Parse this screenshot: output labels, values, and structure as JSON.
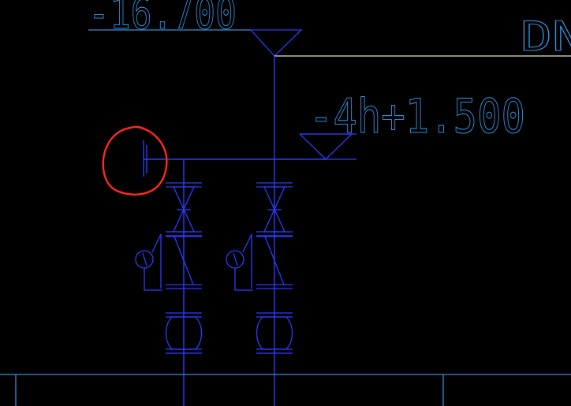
{
  "drawing": {
    "colors": {
      "background": "#000000",
      "pipe": "#2d3bff",
      "cyan_text": "#2f8fd8",
      "white_line": "#e8e0d0",
      "red_markup": "#ff2a1a"
    },
    "labels": {
      "top_elevation": "-16.700",
      "pipe_elevation": "-4h+1.500",
      "edge_text": "DN"
    },
    "icons": {
      "elevation_marker": "inverted-triangle",
      "gate_valve": "bowtie-valve",
      "check_valve": "swing-check-valve",
      "pressure_gauge": "pressure-gauge-icon",
      "flexible_joint": "rubber-expansion-joint",
      "markup": "red-circle-annotation"
    }
  }
}
